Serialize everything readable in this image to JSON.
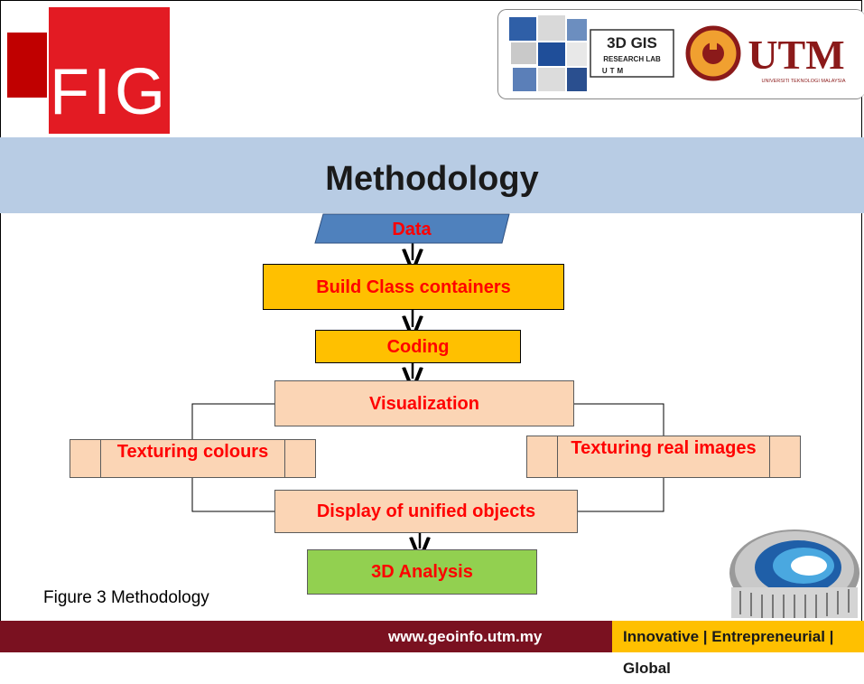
{
  "header": {
    "fig_logo_text": "FIG",
    "lab_logo_text_1": "3D GIS",
    "lab_logo_text_2": "RESEARCH LAB",
    "lab_logo_text_3": "UTM",
    "utm_logo_text": "UTM",
    "utm_logo_subtext": "UNIVERSITI TEKNOLOGI MALAYSIA"
  },
  "title": "Methodology",
  "flowchart": {
    "data": "Data",
    "build_class": "Build Class containers",
    "coding": "Coding",
    "visualization": "Visualization",
    "texturing_colours": "Texturing colours",
    "texturing_real_images": "Texturing real images",
    "display_unified": "Display of unified objects",
    "analysis_3d": "3D Analysis"
  },
  "caption": "Figure 3 Methodology",
  "footer": {
    "url": "www.geoinfo.utm.my",
    "tagline": "Innovative | Entrepreneurial | Global"
  },
  "colors": {
    "title_band": "#b8cce4",
    "label_red": "#ff0000",
    "yellow_box": "#ffc000",
    "peach_box": "#fbd5b5",
    "green_box": "#92d050",
    "data_box": "#4f81bd",
    "footer_dark": "#7a1120"
  }
}
